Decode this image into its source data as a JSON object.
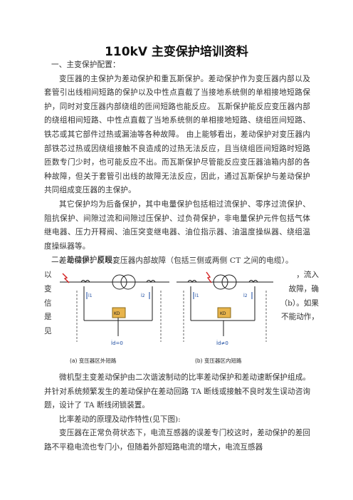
{
  "doc": {
    "title": "110kV 主变保护培训资料",
    "s1_heading": "一、主变保护配置：",
    "s1_p1": "变压器的主保护为差动保护和重瓦斯保护。差动保护作为变压器内部以及套管引出线相间短路的保护以及中性点直截了当接地系统侧的单相接地短路保护，同时对变压器内部绕组的匝间短路也能反应。 瓦斯保护能反应变压器内部的绕组相间短路、中性点直截了当地系统侧的单相接地短路、绕组匝间短路、铁芯或其它部件过热或漏油等各种故障。 由上能够看出，差动保护对变压器内部铁芯过热或因绕组接触不良造成的过热无法反应，且当绕组匝间短路时短路匝数专门少时，也可能反应不出。而瓦斯保护尽管能反应变压器油箱内部的各种故障，但关于套管引出线的故障无法反应，因此，通过瓦斯保护与差动保护共同组成变压器的主保护。",
    "s1_p2": "其它保护均为后备保护，其中电量保护包括相过流保护、零序过流保护、阻抗保护、间隙过流和间隙过压保护、过负荷保护，非电量保护元件包括气体继电器、压力开释阀、油压突变继电器、油位指示器、油温度操纵器、绕组温度操纵器等。",
    "s2_heading": "二、差动保护原理：",
    "s2_p1": "差动保护：反映变压器内部故障（包括三侧或两侧 CT 之间的电缆）。",
    "row_a_left": "以",
    "row_a_right": "，流入",
    "row_b_left": "变",
    "row_b_right": "故障，确",
    "row_c_left": "信",
    "row_c_right": "（b）。如果",
    "row_d_left": "是",
    "row_d_right": "不能动作，",
    "row_e_left": "见",
    "s2_p2": "微机型主变差动保护由二次谐波制动的比率差动保护和差动速断保护组成。并针对系统频繁发生的差动保护在差动回路 TA 断线或接触不良时发生误动咨询题，设计了 TA 断线闭锁装置。",
    "s2_p3": "比率差动的原理及动作特性(见下图):",
    "s2_p4": "变压器在正常负荷状态下，电流互感器的误差专门校这时，差动保护的差回路不平稳电流也专门小，但随着外部短路电流的增大，电流互感器"
  },
  "figure": {
    "caption_a": "(a) 变压器区外短路",
    "caption_b": "(b) 变压器区内短路",
    "relay_label": "KD",
    "id_a": "İd=0",
    "id_b": "İd≠0",
    "i1_label": "İ1",
    "i2_label": "İ2"
  }
}
